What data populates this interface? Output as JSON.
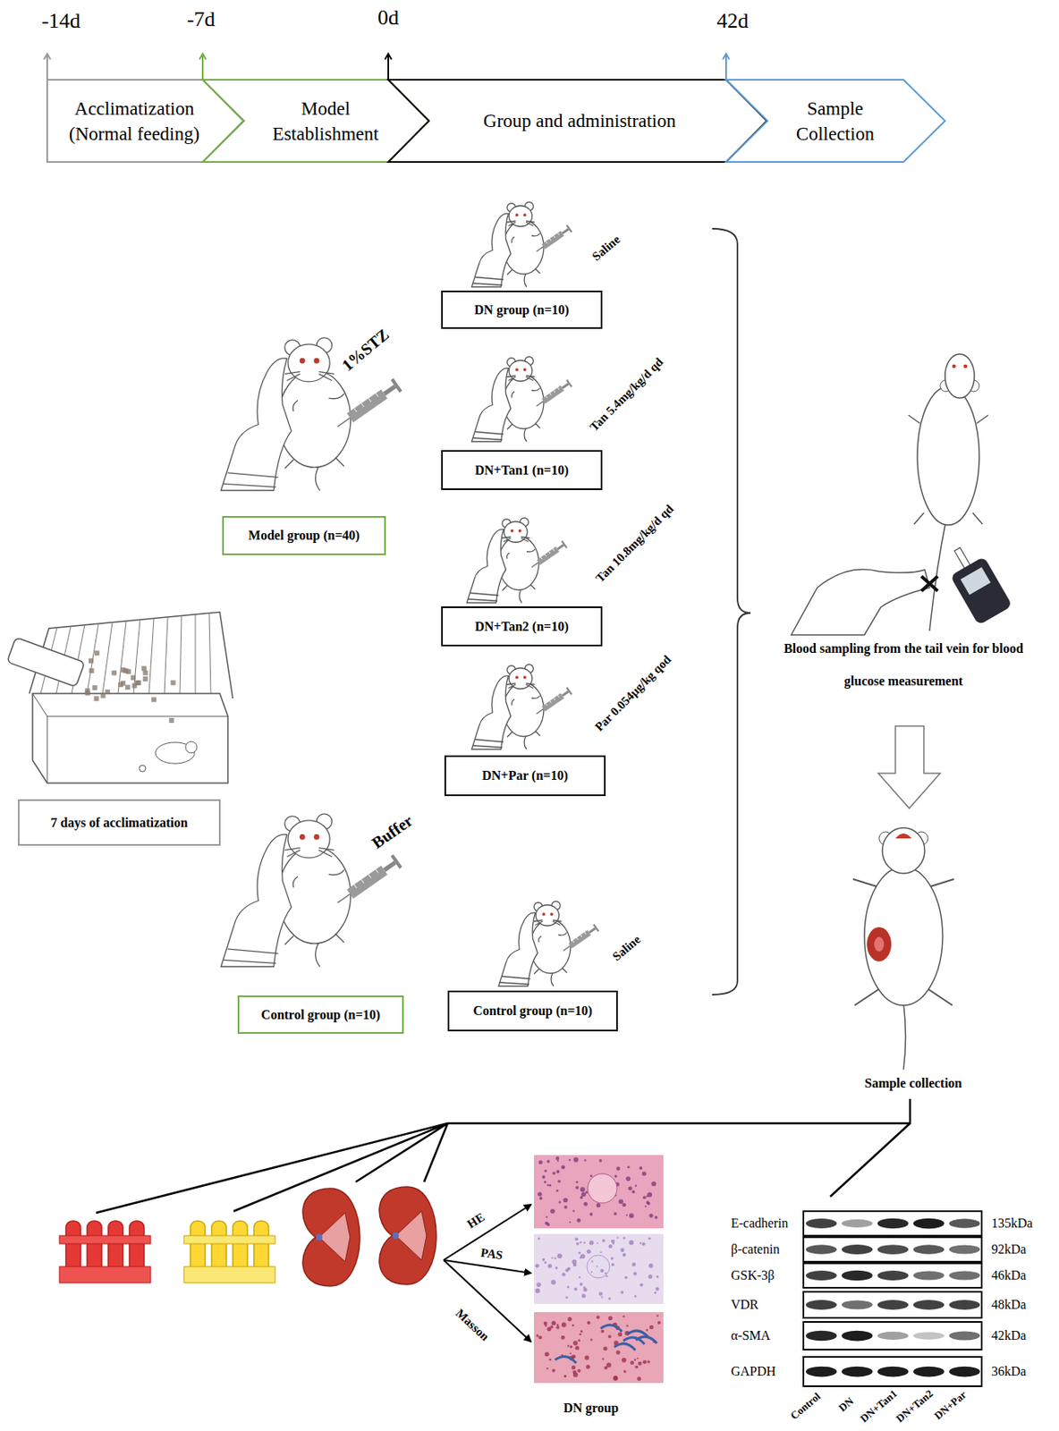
{
  "diagram": {
    "nodes": [
      {
        "text": [
          "Acclimatization (Normal feeding)"
        ]
      },
      {
        "text": [
          "Model Establishment"
        ]
      },
      {
        "text": [
          "Group and administration"
        ]
      },
      {
        "text": [
          "Sample Collection"
        ]
      },
      {
        "text": [
          "DN group (n=10)"
        ]
      },
      {
        "text": [
          "DN+Tan1 (n=10)"
        ]
      },
      {
        "text": [
          "Model group (n=40)"
        ]
      },
      {
        "text": [
          "DN+Tan2 (n=10)"
        ]
      },
      {
        "text": [
          "DN+Par (n=10)"
        ]
      },
      {
        "text": [
          "7 days of acclimatization"
        ]
      },
      {
        "text": [
          "Control group (n=10)"
        ]
      },
      {
        "text": [
          "Control group (n=10)"
        ]
      }
    ],
    "labels": [
      "-14d",
      "-7d",
      "0d",
      "42d",
      "1%STZ",
      "Saline",
      "Tan 5.4mg/kg/d qd",
      "Tan 10.8mg/kg/d qd",
      "Par 0.054μg/kg qod",
      "Buffer",
      "Saline",
      "Blood sampling from the tail vein for blood glucose measurement",
      "Sample collection",
      "HE",
      "PAS",
      "Masson",
      "DN group",
      "E-cadherin",
      "β-catenin",
      "GSK-3β",
      "VDR",
      "α-SMA",
      "GAPDH",
      "135kDa",
      "92kDa",
      "46kDa",
      "48kDa",
      "42kDa",
      "36kDa",
      "Control",
      "DN",
      "DN+Tan1",
      "DN+Tan2",
      "DN+Par"
    ]
  }
}
